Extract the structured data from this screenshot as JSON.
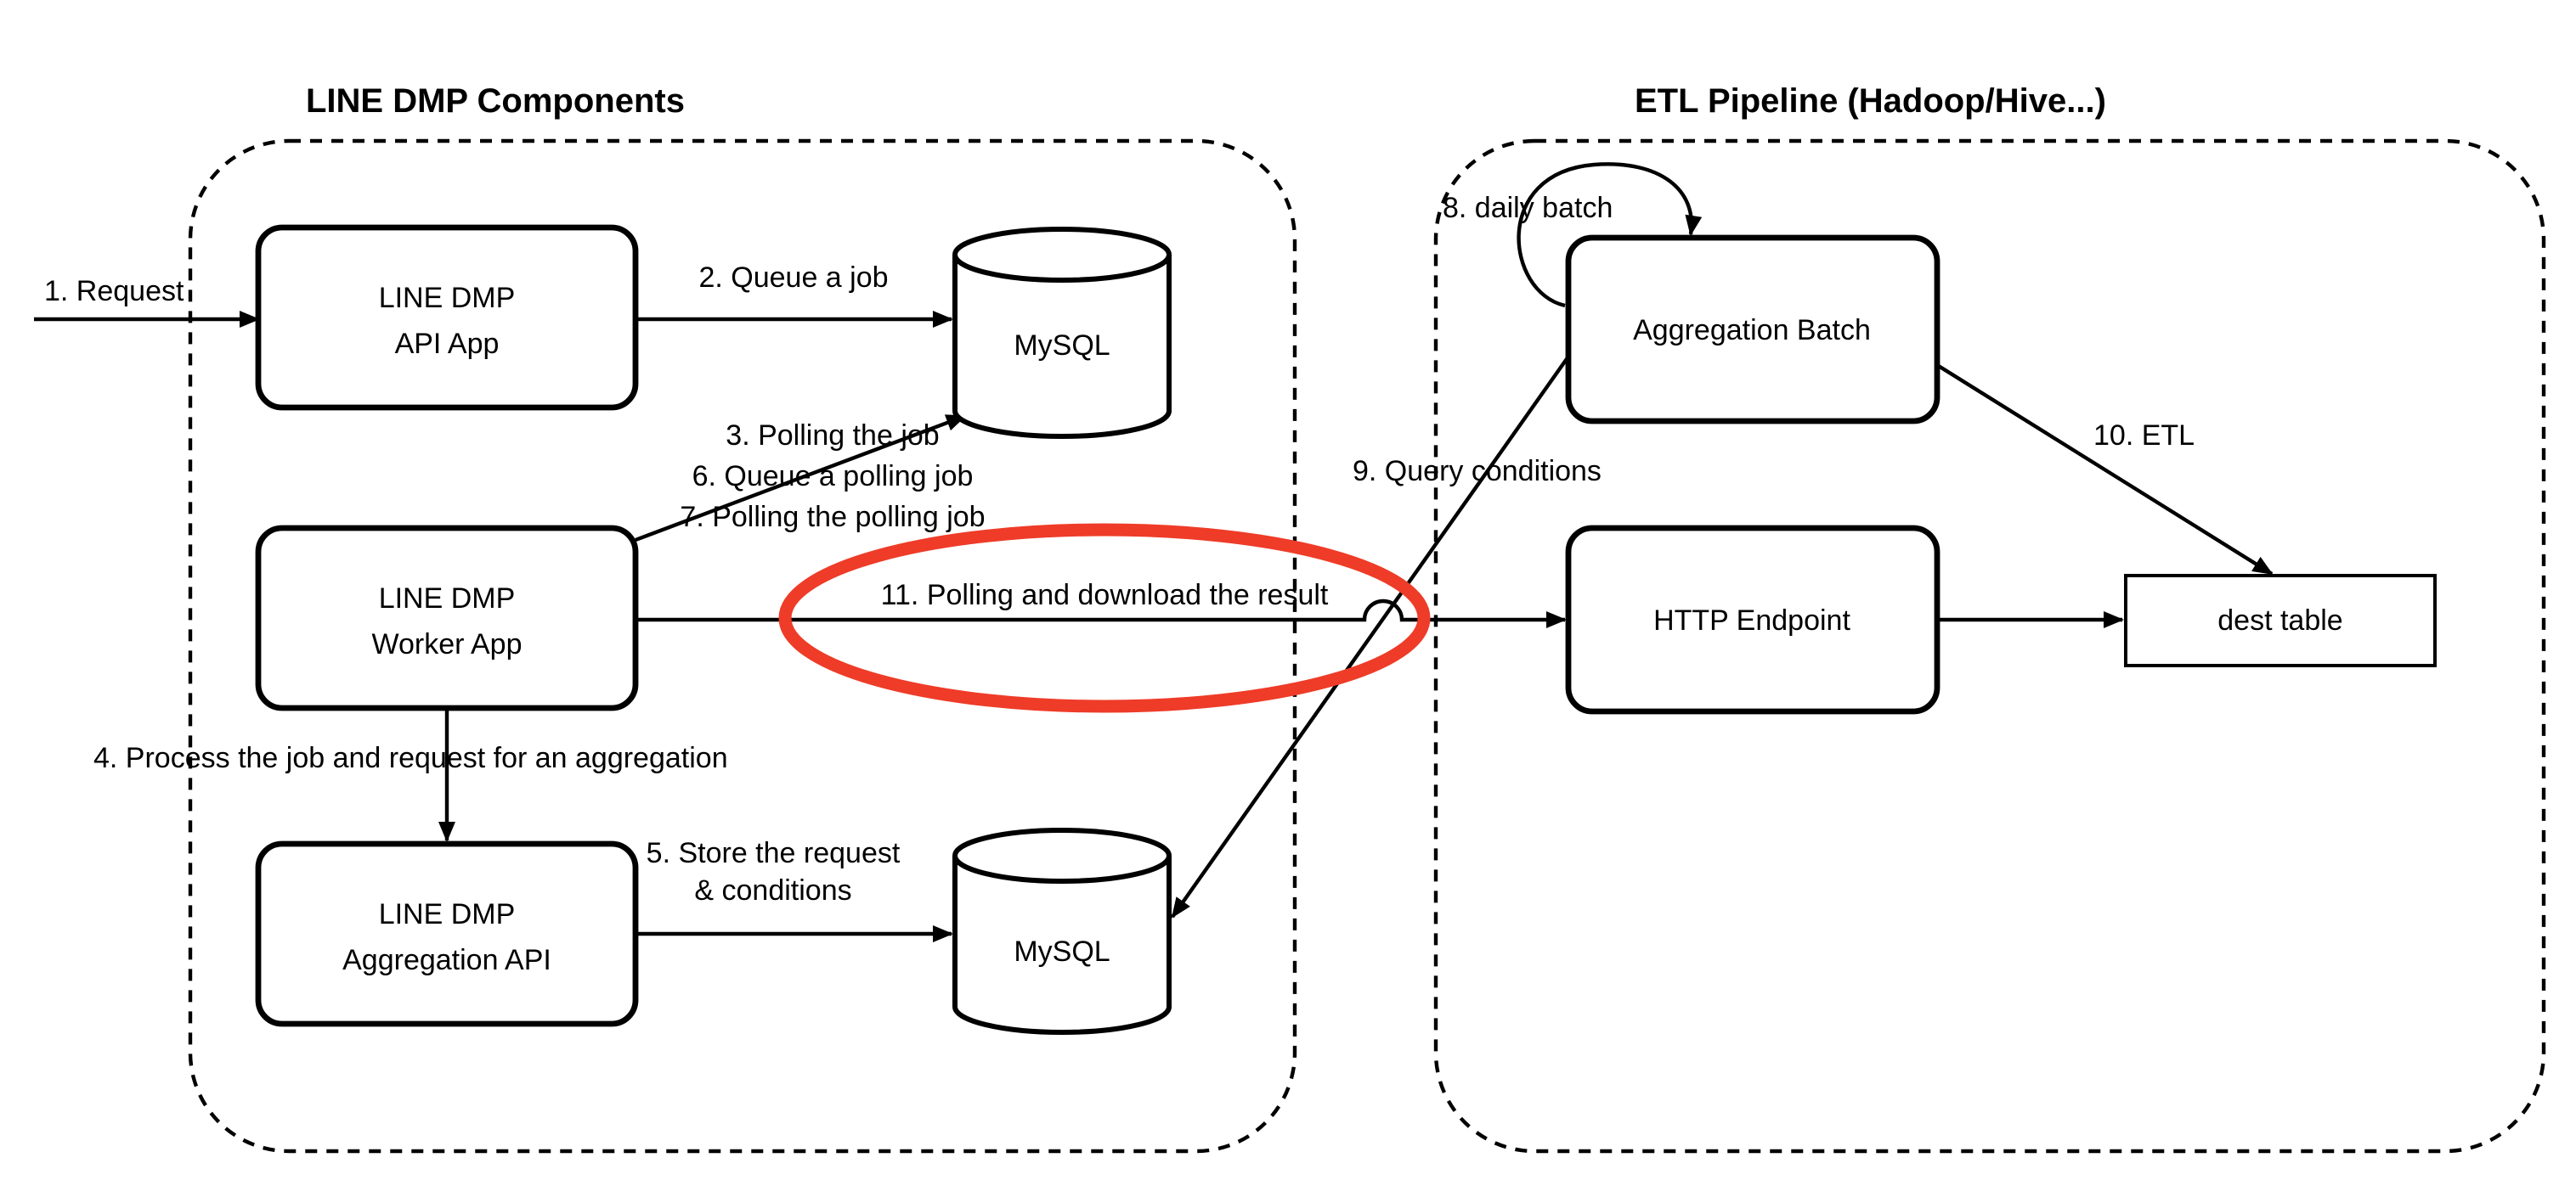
{
  "diagram": {
    "left_group": {
      "title": "LINE DMP Components"
    },
    "right_group": {
      "title": "ETL Pipeline (Hadoop/Hive...)"
    },
    "nodes": {
      "api_app": {
        "line1": "LINE DMP",
        "line2": "API App"
      },
      "worker_app": {
        "line1": "LINE DMP",
        "line2": "Worker App"
      },
      "aggregation_api": {
        "line1": "LINE DMP",
        "line2": "Aggregation API"
      },
      "mysql_queue": {
        "label": "MySQL"
      },
      "mysql_conditions": {
        "label": "MySQL"
      },
      "aggregation_batch": {
        "label": "Aggregation Batch"
      },
      "http_endpoint": {
        "label": "HTTP Endpoint"
      },
      "dest_table": {
        "label": "dest table"
      }
    },
    "edges": {
      "request": "1. Request",
      "queue_a_job": "2. Queue a job",
      "polling_the_job": "3. Polling the job",
      "queue_a_polling_job": "6. Queue a polling job",
      "polling_the_polling_job": "7. Polling the polling job",
      "process_the_job": "4. Process the job and request for an aggregation",
      "store_the_request": {
        "line1": "5. Store the request",
        "line2": "& conditions"
      },
      "daily_batch": "8. daily batch",
      "query_conditions": "9. Query conditions",
      "etl": "10. ETL",
      "polling_and_download": "11. Polling and download the result"
    },
    "highlight": {
      "color": "#EE3C28"
    }
  }
}
